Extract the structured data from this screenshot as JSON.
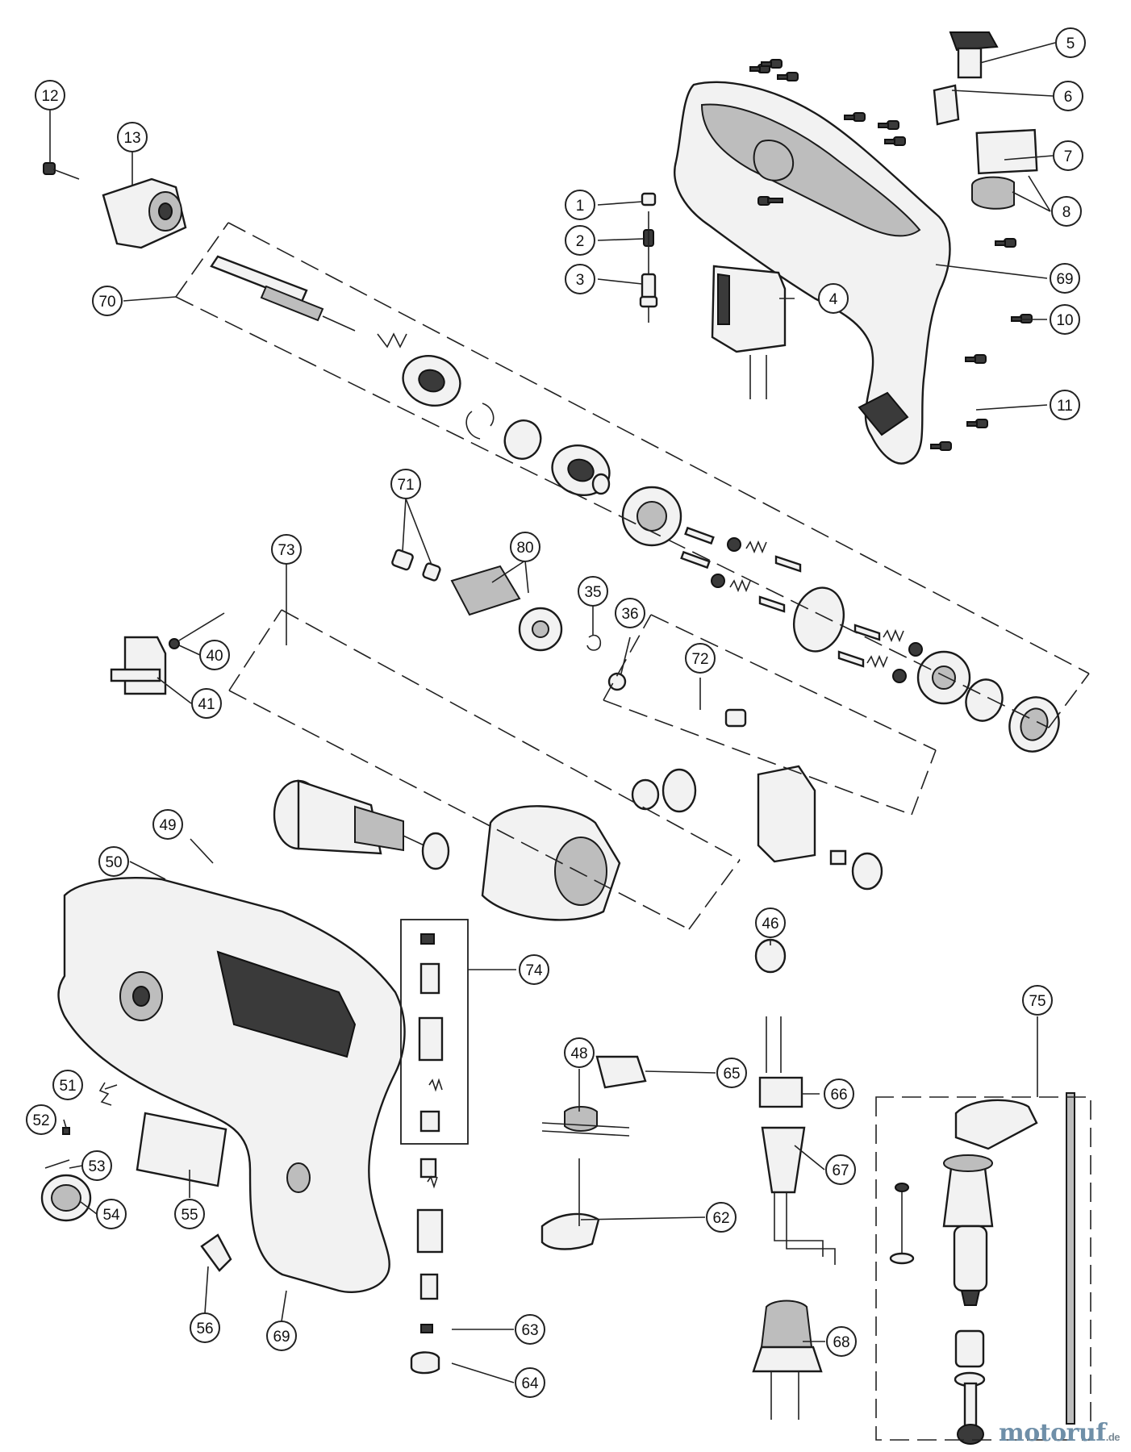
{
  "callouts": [
    {
      "id": "c1",
      "label": "1"
    },
    {
      "id": "c2",
      "label": "2"
    },
    {
      "id": "c3",
      "label": "3"
    },
    {
      "id": "c4",
      "label": "4"
    },
    {
      "id": "c5",
      "label": "5"
    },
    {
      "id": "c6",
      "label": "6"
    },
    {
      "id": "c7",
      "label": "7"
    },
    {
      "id": "c8",
      "label": "8"
    },
    {
      "id": "c69a",
      "label": "69"
    },
    {
      "id": "c10",
      "label": "10"
    },
    {
      "id": "c11",
      "label": "11"
    },
    {
      "id": "c12",
      "label": "12"
    },
    {
      "id": "c13",
      "label": "13"
    },
    {
      "id": "c70",
      "label": "70"
    },
    {
      "id": "c71",
      "label": "71"
    },
    {
      "id": "c80",
      "label": "80"
    },
    {
      "id": "c35",
      "label": "35"
    },
    {
      "id": "c36",
      "label": "36"
    },
    {
      "id": "c73",
      "label": "73"
    },
    {
      "id": "c40",
      "label": "40"
    },
    {
      "id": "c41",
      "label": "41"
    },
    {
      "id": "c72",
      "label": "72"
    },
    {
      "id": "c49",
      "label": "49"
    },
    {
      "id": "c50",
      "label": "50"
    },
    {
      "id": "c46",
      "label": "46"
    },
    {
      "id": "c74",
      "label": "74"
    },
    {
      "id": "c75",
      "label": "75"
    },
    {
      "id": "c48",
      "label": "48"
    },
    {
      "id": "c65",
      "label": "65"
    },
    {
      "id": "c66",
      "label": "66"
    },
    {
      "id": "c51",
      "label": "51"
    },
    {
      "id": "c52",
      "label": "52"
    },
    {
      "id": "c53",
      "label": "53"
    },
    {
      "id": "c54",
      "label": "54"
    },
    {
      "id": "c55",
      "label": "55"
    },
    {
      "id": "c67",
      "label": "67"
    },
    {
      "id": "c62",
      "label": "62"
    },
    {
      "id": "c56",
      "label": "56"
    },
    {
      "id": "c69b",
      "label": "69"
    },
    {
      "id": "c63",
      "label": "63"
    },
    {
      "id": "c68",
      "label": "68"
    },
    {
      "id": "c64",
      "label": "64"
    }
  ],
  "watermark": {
    "brand": "motoruf",
    "suffix": ".de"
  },
  "colors": {
    "line": "#222222",
    "watermark": "#6f8fa8"
  }
}
